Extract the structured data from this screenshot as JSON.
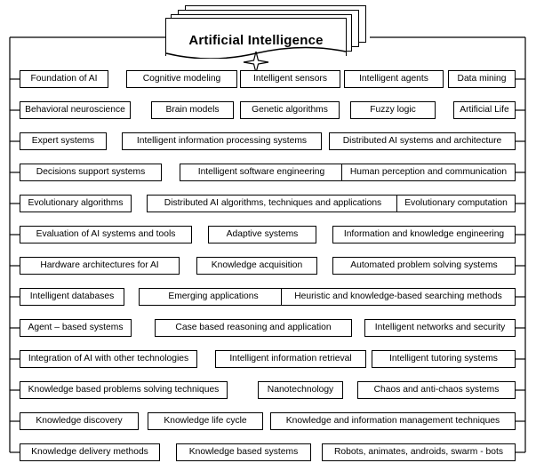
{
  "title": "Artificial Intelligence",
  "rows": [
    [
      "Foundation of AI",
      "Cognitive modeling",
      "Intelligent sensors",
      "Intelligent agents",
      "Data mining"
    ],
    [
      "Behavioral neuroscience",
      "Brain models",
      "Genetic algorithms",
      "Fuzzy logic",
      "Artificial Life"
    ],
    [
      "Expert systems",
      "Intelligent information processing systems",
      "Distributed AI systems and architecture"
    ],
    [
      "Decisions support systems",
      "Intelligent software engineering",
      "Human perception and communication"
    ],
    [
      "Evolutionary algorithms",
      "Distributed AI algorithms, techniques and applications",
      "Evolutionary computation"
    ],
    [
      "Evaluation of AI systems and tools",
      "Adaptive systems",
      "Information and knowledge engineering"
    ],
    [
      "Hardware architectures for AI",
      "Knowledge acquisition",
      "Automated problem solving systems"
    ],
    [
      "Intelligent databases",
      "Emerging applications",
      "Heuristic and knowledge-based searching methods"
    ],
    [
      "Agent – based systems",
      "Case based reasoning and application",
      "Intelligent networks and security"
    ],
    [
      "Integration of AI with other technologies",
      "Intelligent information retrieval",
      "Intelligent tutoring systems"
    ],
    [
      "Knowledge based problems solving techniques",
      "Nanotechnology",
      "Chaos and anti-chaos systems"
    ],
    [
      "Knowledge discovery",
      "Knowledge life cycle",
      "Knowledge and information management techniques"
    ],
    [
      "Knowledge delivery methods",
      "Knowledge based systems",
      "Robots, animates, androids, swarm - bots"
    ]
  ]
}
